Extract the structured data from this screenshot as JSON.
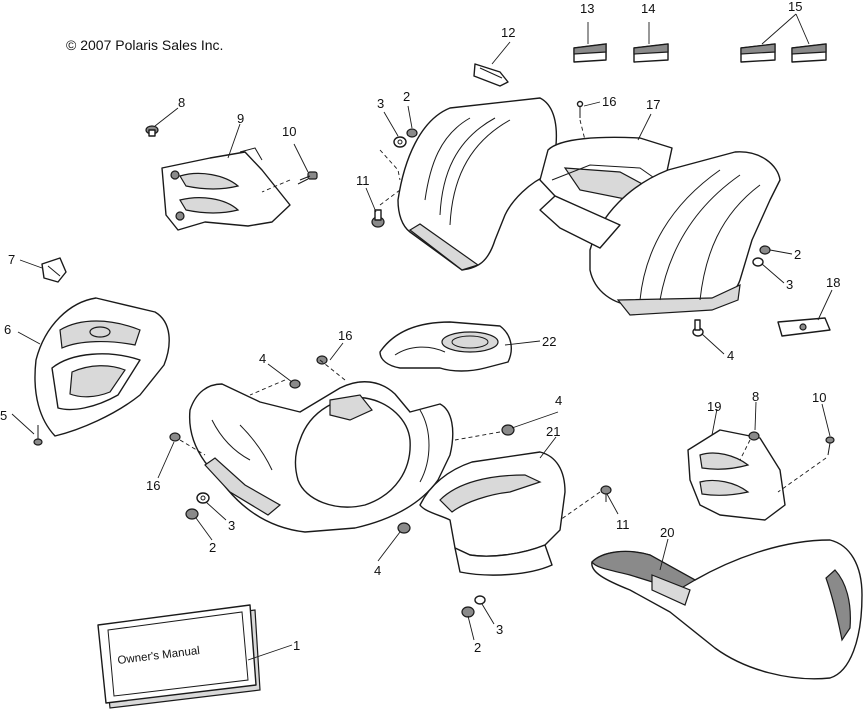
{
  "copyright": "© 2007 Polaris Sales Inc.",
  "manual_text": "Owner's Manual",
  "callouts": [
    {
      "id": "c1",
      "text": "1"
    },
    {
      "id": "c2a",
      "text": "2"
    },
    {
      "id": "c2b",
      "text": "2"
    },
    {
      "id": "c2c",
      "text": "2"
    },
    {
      "id": "c2d",
      "text": "2"
    },
    {
      "id": "c3a",
      "text": "3"
    },
    {
      "id": "c3b",
      "text": "3"
    },
    {
      "id": "c3c",
      "text": "3"
    },
    {
      "id": "c3d",
      "text": "3"
    },
    {
      "id": "c4a",
      "text": "4"
    },
    {
      "id": "c4b",
      "text": "4"
    },
    {
      "id": "c4c",
      "text": "4"
    },
    {
      "id": "c4d",
      "text": "4"
    },
    {
      "id": "c5",
      "text": "5"
    },
    {
      "id": "c6",
      "text": "6"
    },
    {
      "id": "c7",
      "text": "7"
    },
    {
      "id": "c8a",
      "text": "8"
    },
    {
      "id": "c8b",
      "text": "8"
    },
    {
      "id": "c9",
      "text": "9"
    },
    {
      "id": "c10a",
      "text": "10"
    },
    {
      "id": "c10b",
      "text": "10"
    },
    {
      "id": "c11a",
      "text": "11"
    },
    {
      "id": "c11b",
      "text": "11"
    },
    {
      "id": "c12",
      "text": "12"
    },
    {
      "id": "c13",
      "text": "13"
    },
    {
      "id": "c14",
      "text": "14"
    },
    {
      "id": "c15",
      "text": "15"
    },
    {
      "id": "c16a",
      "text": "16"
    },
    {
      "id": "c16b",
      "text": "16"
    },
    {
      "id": "c16c",
      "text": "16"
    },
    {
      "id": "c17",
      "text": "17"
    },
    {
      "id": "c18",
      "text": "18"
    },
    {
      "id": "c19",
      "text": "19"
    },
    {
      "id": "c20",
      "text": "20"
    },
    {
      "id": "c21",
      "text": "21"
    },
    {
      "id": "c22",
      "text": "22"
    }
  ]
}
